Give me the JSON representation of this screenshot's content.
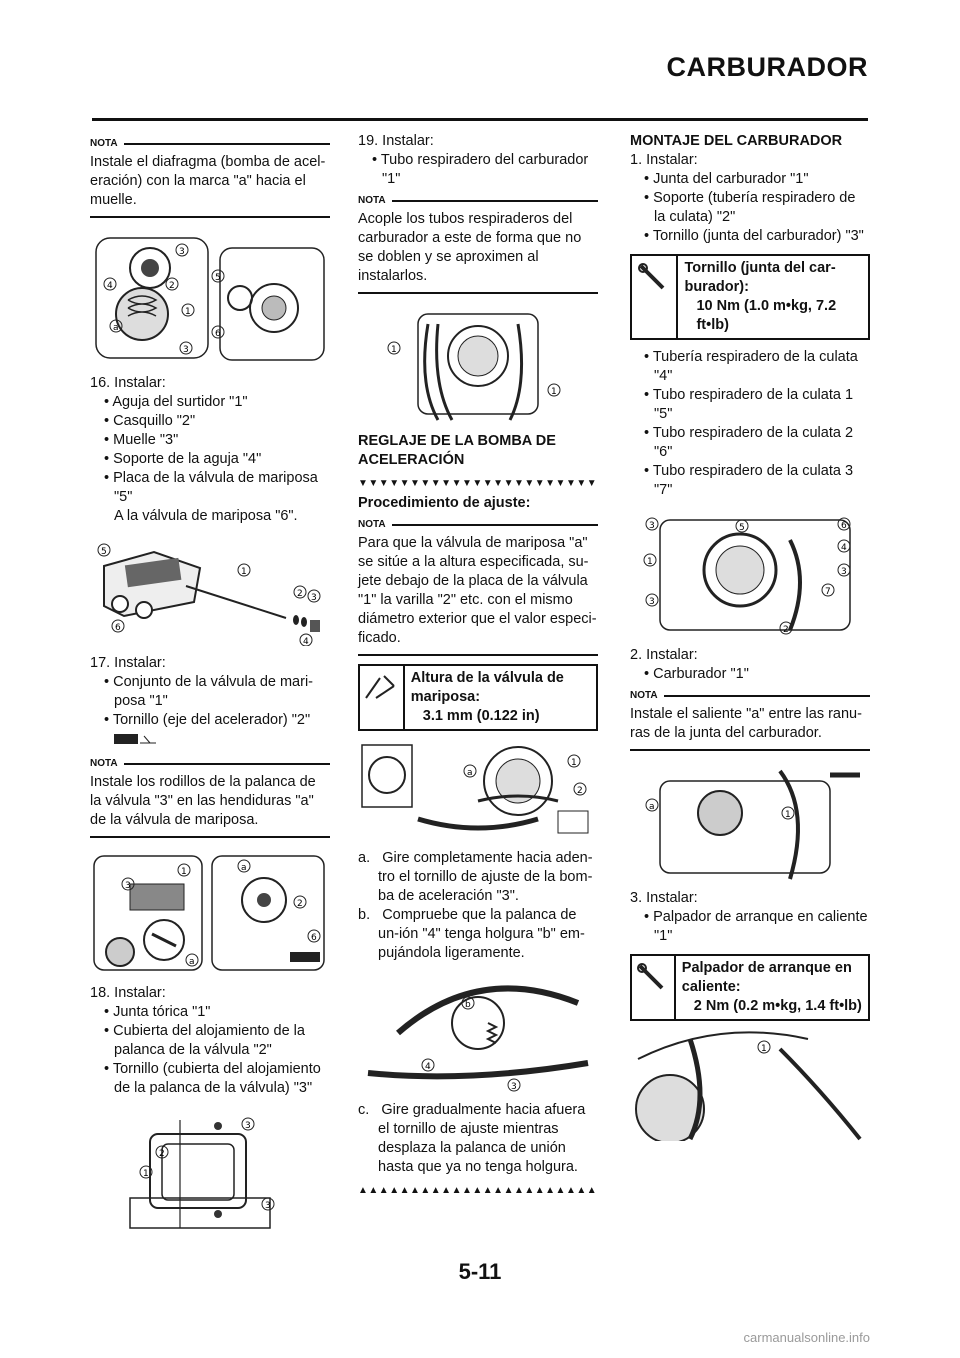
{
  "header": {
    "title": "CARBURADOR"
  },
  "labels": {
    "nota": "NOTA"
  },
  "col1": {
    "note1": "Instale el diafragma (bomba de acel-eración) con la marca \"a\" hacia el muelle.",
    "step16": {
      "title": "16. Instalar:",
      "items": [
        "Aguja del surtidor \"1\"",
        "Casquillo \"2\"",
        "Muelle \"3\"",
        "Soporte de la aguja \"4\"",
        "Placa de la válvula de mariposa \"5\""
      ],
      "extra": "A la válvula de mariposa \"6\"."
    },
    "step17": {
      "title": "17. Instalar:",
      "items": [
        "Conjunto de la válvula de mari-posa \"1\"",
        "Tornillo (eje del acelerador) \"2\""
      ]
    },
    "note2": "Instale los rodillos de la palanca de la válvula \"3\" en las hendiduras \"a\" de la válvula de mariposa.",
    "step18": {
      "title": "18. Instalar:",
      "items": [
        "Junta tórica \"1\"",
        "Cubierta del alojamiento de la palanca de la válvula \"2\"",
        "Tornillo (cubierta del alojamiento de la palanca de la válvula) \"3\""
      ]
    }
  },
  "col2": {
    "step19": {
      "title": "19. Instalar:",
      "items": [
        "Tubo respiradero del carburador \"1\""
      ]
    },
    "note3": "Acople los tubos respiraderos del carburador a este de forma que no se doblen y se aproximen al instalarlos.",
    "section": "REGLAJE DE LA BOMBA DE ACELERACIÓN",
    "markers_down": "▼▼▼▼▼▼▼▼▼▼▼▼▼▼▼▼▼▼▼▼▼▼▼▼▼▼▼",
    "procedure": "Procedimiento de ajuste:",
    "note4": "Para que la válvula de mariposa \"a\" se sitúe a la altura especificada, su-jete debajo de la placa de la válvula \"1\" la varilla \"2\" etc. con el mismo diámetro exterior que el valor especi-ficado.",
    "spec": {
      "label": "Altura de la válvula de mariposa:",
      "value": "3.1 mm (0.122 in)"
    },
    "steps": [
      {
        "k": "a.",
        "t": "Gire completamente hacia aden-tro el tornillo de ajuste de la bom-ba de aceleración \"3\"."
      },
      {
        "k": "b.",
        "t": "Compruebe que la palanca de un-ión \"4\" tenga holgura \"b\" em-pujándola ligeramente."
      },
      {
        "k": "c.",
        "t": "Gire gradualmente hacia afuera el tornillo de ajuste mientras desplaza la palanca de unión hasta que ya no tenga holgura."
      }
    ],
    "markers_up": "▲▲▲▲▲▲▲▲▲▲▲▲▲▲▲▲▲▲▲▲▲▲▲▲▲▲▲"
  },
  "col3": {
    "section": "MONTAJE DEL CARBURADOR",
    "step1": {
      "title": "1.  Instalar:",
      "items": [
        "Junta del carburador \"1\"",
        "Soporte (tubería respiradero de la culata) \"2\"",
        "Tornillo (junta del carburador) \"3\""
      ]
    },
    "spec1": {
      "label": "Tornillo (junta del car-burador):",
      "value": "10 Nm (1.0 m•kg, 7.2 ft•lb)"
    },
    "items2": [
      "Tubería respiradero de la culata \"4\"",
      "Tubo respiradero de la culata 1 \"5\"",
      "Tubo respiradero de la culata 2 \"6\"",
      "Tubo respiradero de la culata 3 \"7\""
    ],
    "step2": {
      "title": "2.  Instalar:",
      "items": [
        "Carburador \"1\""
      ]
    },
    "note5": "Instale el saliente \"a\" entre las ranu-ras de la junta del carburador.",
    "step3": {
      "title": "3.  Instalar:",
      "items": [
        "Palpador de arranque en caliente \"1\""
      ]
    },
    "spec2": {
      "label": "Palpador de arranque en caliente:",
      "value": "2 Nm (0.2 m•kg, 1.4 ft•lb)"
    }
  },
  "footer": {
    "page": "5-11",
    "watermark": "carmanualsonline.info"
  }
}
